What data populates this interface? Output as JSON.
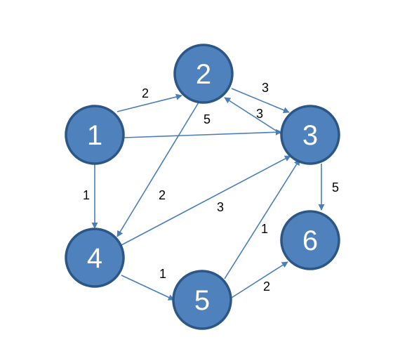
{
  "colors": {
    "node_fill": "#4f81bd",
    "node_stroke": "#2c5686",
    "node_text": "#ffffff",
    "edge": "#4a7ebb",
    "weight_text": "#000000"
  },
  "nodes": [
    {
      "id": "1",
      "label": "1"
    },
    {
      "id": "2",
      "label": "2"
    },
    {
      "id": "3",
      "label": "3"
    },
    {
      "id": "4",
      "label": "4"
    },
    {
      "id": "5",
      "label": "5"
    },
    {
      "id": "6",
      "label": "6"
    }
  ],
  "edges": [
    {
      "from": "1",
      "to": "2",
      "weight": "2"
    },
    {
      "from": "1",
      "to": "3",
      "weight": "5"
    },
    {
      "from": "1",
      "to": "4",
      "weight": "1"
    },
    {
      "from": "2",
      "to": "3",
      "weight": "3"
    },
    {
      "from": "3",
      "to": "2",
      "weight": "3"
    },
    {
      "from": "2",
      "to": "4",
      "weight": "2"
    },
    {
      "from": "4",
      "to": "3",
      "weight": "3"
    },
    {
      "from": "4",
      "to": "5",
      "weight": "1"
    },
    {
      "from": "5",
      "to": "3",
      "weight": "1"
    },
    {
      "from": "5",
      "to": "6",
      "weight": "2"
    },
    {
      "from": "3",
      "to": "6",
      "weight": "5"
    }
  ]
}
